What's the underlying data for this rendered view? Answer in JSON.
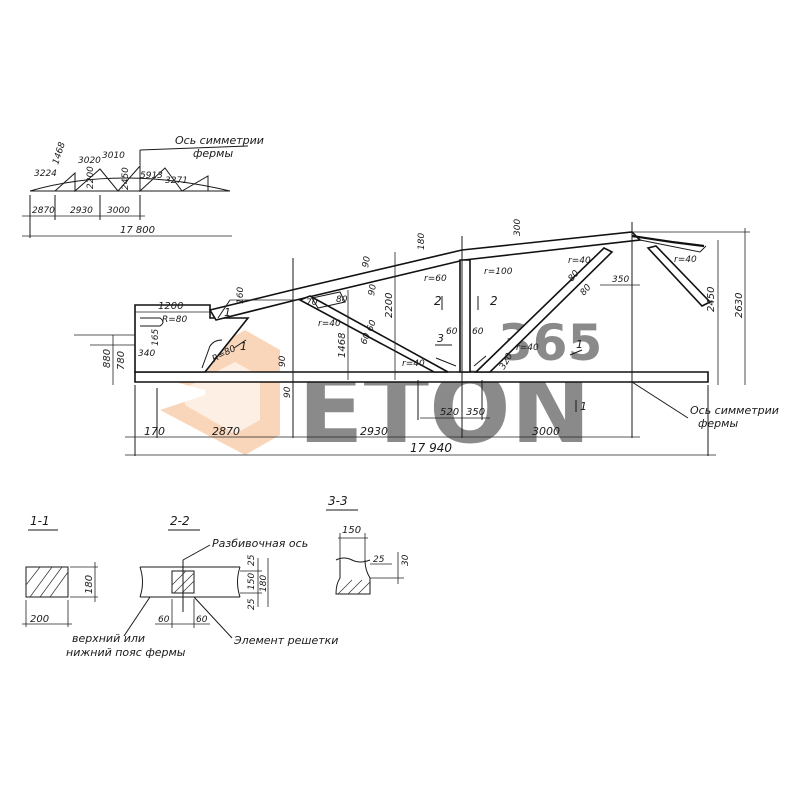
{
  "small_truss": {
    "top_chord_labels": [
      "3224",
      "1468",
      "3020",
      "3010"
    ],
    "diagonal_labels": [
      "2200",
      "2450",
      "5913",
      "3271"
    ],
    "panel_labels": [
      "2870",
      "2930",
      "3000"
    ],
    "total_label": "17 800",
    "axis_note_line1": "Ось симметрии",
    "axis_note_line2": "фермы"
  },
  "main_truss": {
    "panel_labels": [
      "170",
      "2870",
      "2930",
      "3000"
    ],
    "total_label": "17 940",
    "height_labels": [
      "2450",
      "2630",
      "2200",
      "1468",
      "880",
      "780"
    ],
    "top_offsets": [
      "180",
      "300",
      "160",
      "90",
      "90",
      "350"
    ],
    "support_labels": [
      "1200",
      "R=80",
      "165",
      "340",
      "R=80",
      "90"
    ],
    "radius_labels": [
      "r=60",
      "r=100",
      "r=40",
      "r=40",
      "r=40",
      "r=40",
      "r=40"
    ],
    "web_dims": [
      "60",
      "60",
      "80",
      "60",
      "60",
      "80",
      "80",
      "320",
      "70"
    ],
    "bottom_offsets": [
      "520",
      "350",
      "90"
    ],
    "section_marks": [
      "1",
      "1",
      "2",
      "2",
      "3",
      "1",
      "1"
    ],
    "axis_note_line1": "Ось симметрии",
    "axis_note_line2": "фермы"
  },
  "sections": {
    "s11": {
      "title": "1-1",
      "width": "200",
      "height": "180"
    },
    "s22": {
      "title": "2-2",
      "dims_right": [
        "25",
        "150",
        "25",
        "180"
      ],
      "dims_bottom": [
        "60",
        "60"
      ]
    },
    "s33": {
      "title": "3-3",
      "width": "150",
      "dims": [
        "25",
        "30"
      ]
    },
    "notes": {
      "layout_axis": "Разбивочная ось",
      "chord_line1": "верхний или",
      "chord_line2": "нижний пояс фермы",
      "lattice": "Элемент  решетки"
    }
  },
  "watermark": {
    "brand": "ETON",
    "number": "365",
    "colors": {
      "orange": "#f3a86b",
      "gray": "#b8b8b8"
    }
  }
}
